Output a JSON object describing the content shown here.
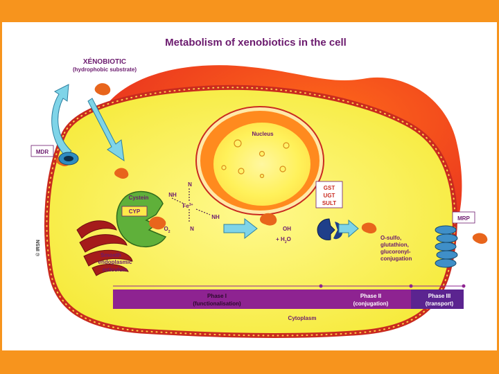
{
  "title": "Metabolism of xenobiotics in the cell",
  "labels": {
    "xenobiotic": "XÉNOBIOTIC",
    "substrate": "(hydrophobic substrate)",
    "mdr": "MDR",
    "mrp": "MRP",
    "nucleus": "Nucleus",
    "cystein": "Cystein",
    "cyp": "CYP",
    "ser_1": "Smooth",
    "ser_2": "endoplasmic",
    "ser_3": "reticulum",
    "copyright": "© IRSN",
    "cytoplasm": "Cytoplasm",
    "enzymes": [
      "GST",
      "UGT",
      "SULT"
    ],
    "conjugation_lines": [
      "O-sulfo,",
      "glutathion,",
      "glucoronyl-",
      "conjugation"
    ]
  },
  "chem": {
    "N_top": "N",
    "NH_left": "NH",
    "Fe": "Fe",
    "Fe_sup": "3+",
    "NH_right": "NH",
    "N_bottom": "N",
    "O2": "O",
    "O2_sub": "2",
    "OH": "OH",
    "H2O_pre": "+ H",
    "H2O_sub": "2",
    "H2O_post": "O"
  },
  "phases": [
    {
      "name": "Phase I",
      "desc": "(functionalisation)"
    },
    {
      "name": "Phase II",
      "desc": "(conjugation)"
    },
    {
      "name": "Phase III",
      "desc": "(transport)"
    }
  ],
  "colors": {
    "background": "#f7941d",
    "cytoplasm": "#fbf24a",
    "membrane": "#c92a1f",
    "nucleus_outer": "#ff7b1c",
    "phase1": "#8e2391",
    "phase2": "#8e2391",
    "phase3": "#5b2490",
    "label_text": "#6b1a6e"
  }
}
